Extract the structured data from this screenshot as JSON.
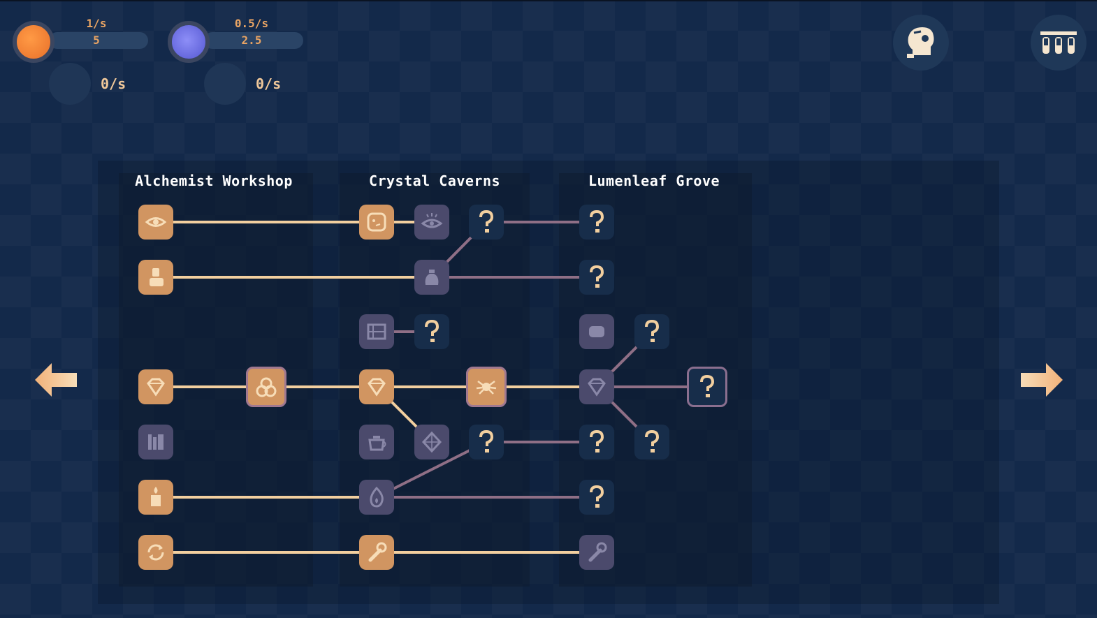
{
  "resources": [
    {
      "color": "#e8702a",
      "rate": "1/s",
      "amount": "5"
    },
    {
      "color": "#5558d2",
      "rate": "0.5/s",
      "amount": "2.5"
    }
  ],
  "empty_resources": [
    {
      "rate": "0/s"
    },
    {
      "rate": "0/s"
    }
  ],
  "top_buttons": [
    {
      "icon": "alchemist-head-icon"
    },
    {
      "icon": "test-tubes-icon"
    }
  ],
  "columns": [
    {
      "title": "Alchemist Workshop"
    },
    {
      "title": "Crystal Caverns"
    },
    {
      "title": "Lumenleaf Grove"
    }
  ],
  "colors": {
    "active_node": "#d19561",
    "dim_node": "#4b4a6c",
    "unknown_node": "#172d4a",
    "active_line": "#f2cf9f",
    "locked_line": "#8f6f86"
  },
  "navigation": {
    "left": "arrow-left-icon",
    "right": "arrow-right-icon"
  }
}
